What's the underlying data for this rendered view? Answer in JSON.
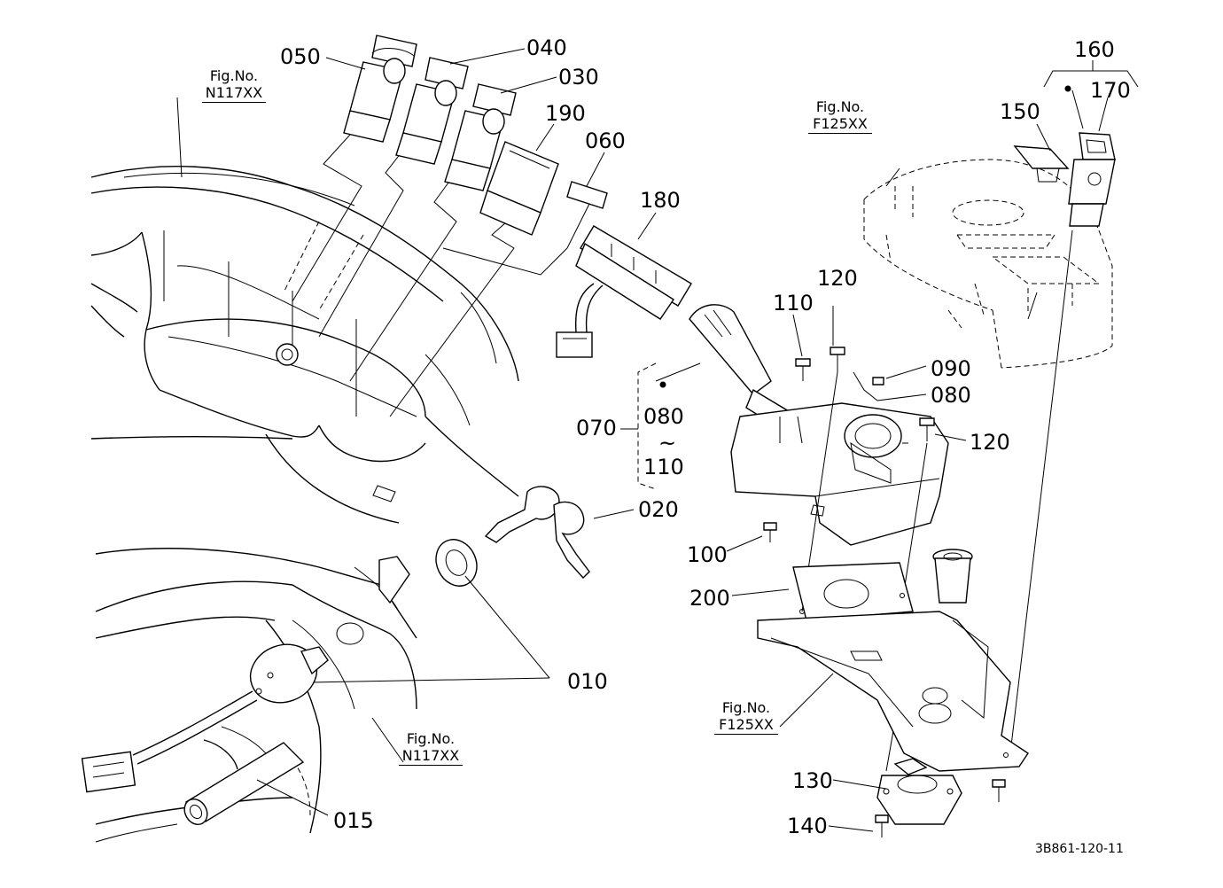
{
  "figure_refs": {
    "fig_label": "Fig.No.",
    "top_left": "N117XX",
    "top_right": "F125XX",
    "mid_right": "F125XX",
    "bottom_mid": "N117XX"
  },
  "parts": {
    "p050": "050",
    "p040": "040",
    "p030": "030",
    "p190": "190",
    "p060": "060",
    "p180": "180",
    "p160": "160",
    "p170": "170",
    "p150": "150",
    "p120a": "120",
    "p110": "110",
    "p090": "090",
    "p080a": "080",
    "p120b": "120",
    "p070": "070",
    "p080b": "080",
    "tilde": "~",
    "p110b": "110",
    "p020": "020",
    "p100": "100",
    "p200": "200",
    "p010": "010",
    "p015": "015",
    "p130": "130",
    "p140": "140"
  },
  "drawing_ref": "3B861-120-11"
}
